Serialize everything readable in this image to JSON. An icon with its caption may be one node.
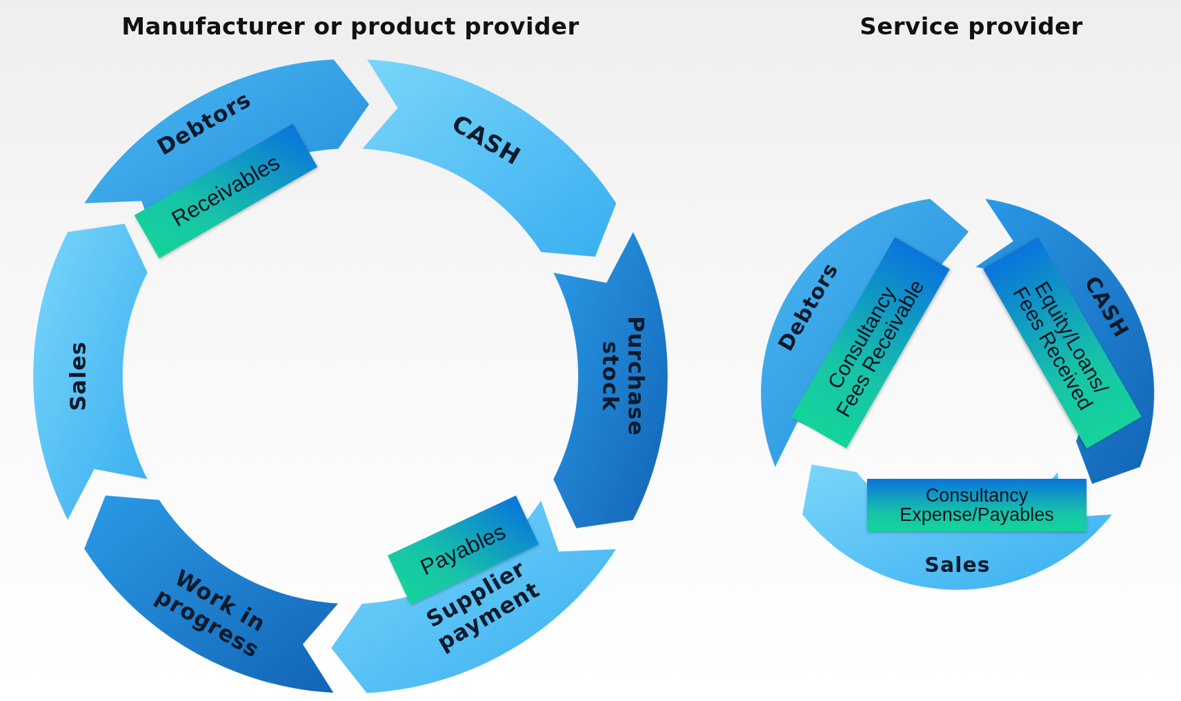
{
  "diagram": {
    "nodes": [
      {
        "text": [
          "Debtors",
          "Receivables"
        ]
      },
      {
        "text": [
          "CASH"
        ]
      },
      {
        "text": [
          "Purchase stock"
        ]
      },
      {
        "text": [
          "Payables",
          "Supplier payment"
        ]
      },
      {
        "text": [
          "Work in progress"
        ]
      },
      {
        "text": [
          "Sales"
        ]
      },
      {
        "text": [
          "Debtors",
          "Consultancy Fees Receivable"
        ]
      },
      {
        "text": [
          "Equity/Loans/ Fees Received",
          "CASH"
        ]
      },
      {
        "text": [
          "Consultancy Expense/Payables",
          "Sales"
        ]
      }
    ],
    "labels": [
      "Manufacturer or product provider",
      "Service provider"
    ]
  }
}
